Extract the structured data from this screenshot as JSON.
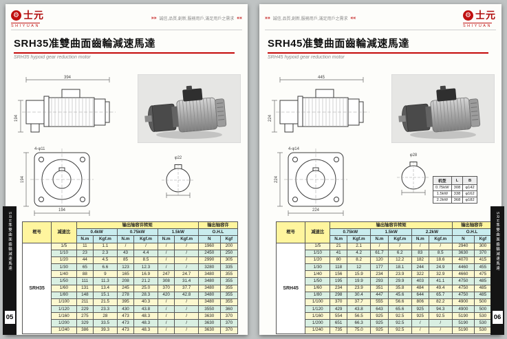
{
  "header": {
    "logo_text": "士元",
    "logo_sub": "SHIYUAN",
    "tagline": "誠信,品質,創新,服務用戶,滿足用戶之需求",
    "deco_left": "»»",
    "deco_right": "««"
  },
  "tabs": {
    "left": {
      "page_no": "05",
      "vertical_text": "SRH準雙曲面齒輪減速馬達"
    },
    "right": {
      "page_no": "06",
      "vertical_text": "SRH準雙曲面齒輪減速馬達"
    }
  },
  "left_page": {
    "title": "SRH35准雙曲面齒輪減速馬達",
    "subtitle": "SRH35 hypoid gear reduction motor",
    "drawings": {
      "side_dims": [
        "394",
        "194"
      ],
      "front_dims": [
        "194",
        "194",
        "4-φ11"
      ],
      "shaft_dim": "φ22"
    },
    "spec_table": {
      "frame_label": "框号",
      "ratio_label": "减速比",
      "torque_header": "输出轴容许转矩",
      "ohl_header": "输出轴容许",
      "ohl_label": "O.H.L",
      "powers": [
        "0.4kW",
        "0.75kW",
        "1.5kW"
      ],
      "units": [
        "N.m",
        "Kgf.m",
        "N.m",
        "Kgf.m",
        "N.m",
        "Kgf.m",
        "N",
        "Kgf"
      ],
      "frame": "SRH35",
      "rows": [
        [
          "1/5",
          "11",
          "1.1",
          "/",
          "/",
          "/",
          "/",
          "1960",
          "200"
        ],
        [
          "1/10",
          "23",
          "2.3",
          "43",
          "4.4",
          "/",
          "/",
          "2450",
          "250"
        ],
        [
          "1/20",
          "44",
          "4.5",
          "85",
          "8.5",
          "/",
          "/",
          "2990",
          "305"
        ],
        [
          "1/30",
          "65",
          "6.6",
          "123",
          "12.3",
          "/",
          "/",
          "3280",
          "335"
        ],
        [
          "1/40",
          "88",
          "9",
          "165",
          "16.9",
          "247",
          "24.7",
          "3480",
          "355"
        ],
        [
          "1/50",
          "111",
          "11.3",
          "208",
          "21.2",
          "308",
          "31.4",
          "3480",
          "355"
        ],
        [
          "1/60",
          "131",
          "13.4",
          "245",
          "25.0",
          "370",
          "37.7",
          "3480",
          "355"
        ],
        [
          "1/80",
          "148",
          "15.1",
          "278",
          "28.3",
          "420",
          "42.8",
          "3480",
          "355"
        ],
        [
          "1/100",
          "211",
          "21.5",
          "395",
          "40.3",
          "/",
          "/",
          "3480",
          "355"
        ],
        [
          "1/120",
          "229",
          "23.3",
          "430",
          "43.8",
          "/",
          "/",
          "3550",
          "360"
        ],
        [
          "1/160",
          "275",
          "28",
          "473",
          "48.3",
          "/",
          "/",
          "3630",
          "370"
        ],
        [
          "1/200",
          "329",
          "33.5",
          "473",
          "48.3",
          "/",
          "/",
          "3630",
          "370"
        ],
        [
          "1/240",
          "386",
          "39.3",
          "473",
          "48.3",
          "/",
          "/",
          "3630",
          "370"
        ]
      ]
    }
  },
  "right_page": {
    "title": "SRH45准雙曲面齒輪減速馬達",
    "subtitle": "SRH45 hypoid gear reduction motor",
    "drawings": {
      "side_dims": [
        "445",
        "224"
      ],
      "front_dims": [
        "224",
        "224",
        "4-φ14"
      ],
      "shaft_dim": "φ28"
    },
    "dims_table": {
      "headers": [
        "机型",
        "L",
        "B"
      ],
      "rows": [
        [
          "0.75kW",
          "308",
          "φ142"
        ],
        [
          "1.5kW",
          "338",
          "φ162"
        ],
        [
          "2.2kW",
          "368",
          "φ182"
        ]
      ]
    },
    "spec_table": {
      "frame_label": "框号",
      "ratio_label": "减速比",
      "torque_header": "输出轴容许转矩",
      "ohl_header": "输出轴容许",
      "ohl_label": "O.H.L",
      "powers": [
        "0.75kW",
        "1.5kW",
        "2.2kW"
      ],
      "units": [
        "N.m",
        "Kgf.m",
        "N.m",
        "Kgf.m",
        "N.m",
        "Kgf.m",
        "N",
        "Kgf"
      ],
      "frame": "SRH45",
      "rows": [
        [
          "1/5",
          "21",
          "2.1",
          "/",
          "/",
          "/",
          "/",
          "2940",
          "300"
        ],
        [
          "1/10",
          "41",
          "4.2",
          "61.7",
          "6.2",
          "83",
          "8.5",
          "3630",
          "370"
        ],
        [
          "1/20",
          "80",
          "8.2",
          "120",
          "12.2",
          "182",
          "18.6",
          "4070",
          "415"
        ],
        [
          "1/30",
          "118",
          "12",
          "177",
          "18.1",
          "244",
          "24.9",
          "4460",
          "455"
        ],
        [
          "1/40",
          "156",
          "15.9",
          "234",
          "23.9",
          "322",
          "32.9",
          "4660",
          "475"
        ],
        [
          "1/50",
          "195",
          "19.9",
          "293",
          "29.9",
          "403",
          "41.1",
          "4750",
          "485"
        ],
        [
          "1/60",
          "234",
          "23.9",
          "351",
          "35.8",
          "484",
          "49.4",
          "4750",
          "485"
        ],
        [
          "1/80",
          "298",
          "30.4",
          "447",
          "45.6",
          "644",
          "65.7",
          "4750",
          "485"
        ],
        [
          "1/100",
          "370",
          "37.7",
          "555",
          "56.6",
          "806",
          "82.2",
          "4900",
          "500"
        ],
        [
          "1/120",
          "429",
          "43.8",
          "643",
          "65.6",
          "925",
          "94.3",
          "4900",
          "500"
        ],
        [
          "1/160",
          "554",
          "56.5",
          "925",
          "92.5",
          "925",
          "92.5",
          "5190",
          "530"
        ],
        [
          "1/200",
          "651",
          "66.3",
          "925",
          "92.5",
          "/",
          "/",
          "5190",
          "530"
        ],
        [
          "1/240",
          "735",
          "75.0",
          "925",
          "92.5",
          "/",
          "/",
          "5190",
          "530"
        ]
      ]
    }
  }
}
